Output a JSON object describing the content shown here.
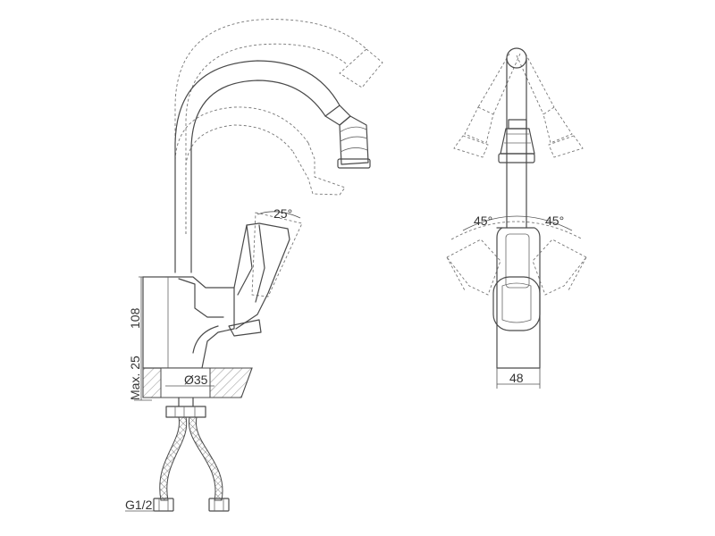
{
  "side_view": {
    "height_label": "108",
    "max_height_label": "Max. 25",
    "diameter_label": "Ø35",
    "thread_label": "G1/2",
    "handle_angle_label": "25°"
  },
  "front_view": {
    "left_angle_label": "45°",
    "right_angle_label": "45°",
    "width_label": "48"
  },
  "colors": {
    "line": "#4a4a4a",
    "background": "#ffffff"
  }
}
